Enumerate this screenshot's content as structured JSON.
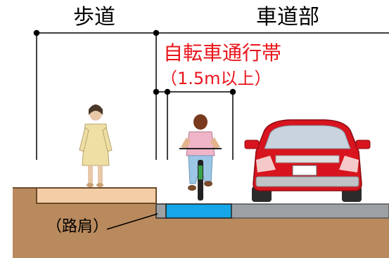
{
  "labels": {
    "sidewalk": "歩道",
    "roadway": "車道部",
    "bike_lane": "自転車通行帯",
    "bike_lane_width": "（1.5m以上）",
    "shoulder": "（路肩）"
  },
  "colors": {
    "ground": "#b98a5e",
    "ground_outline": "#6b4a2a",
    "sidewalk_top": "#f4cda6",
    "road_surface": "#9ea1a3",
    "bike_lane_surface": "#14a6e6",
    "car_body": "#d8141e",
    "annotation_text": "#e8141b",
    "dimension_lines": "#000000"
  },
  "icons": [
    "pedestrian-icon",
    "cyclist-icon",
    "car-icon"
  ]
}
